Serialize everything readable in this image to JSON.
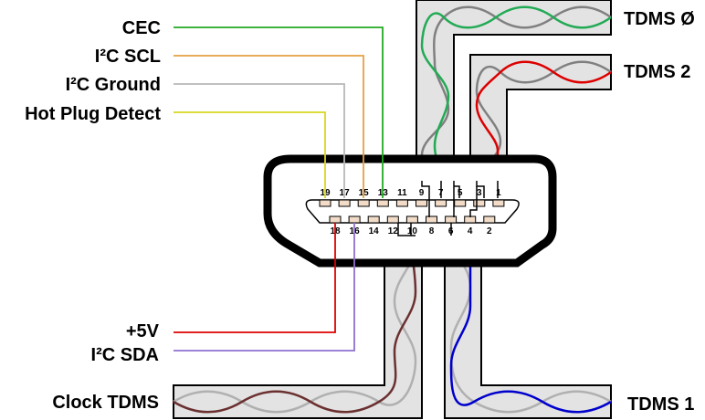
{
  "labels": {
    "cec": "CEC",
    "i2c_scl": "I²C  SCL",
    "i2c_ground": "I²C  Ground",
    "hot_plug_detect": "Hot Plug Detect",
    "plus5v": "+5V",
    "i2c_sda": "I²C  SDA",
    "clock_tdms": "Clock TDMS",
    "tdms0": "TDMS Ø",
    "tdms2": "TDMS 2",
    "tdms1": "TDMS 1"
  },
  "pins_top": [
    "19",
    "17",
    "15",
    "13",
    "11",
    "9",
    "7",
    "5",
    "3",
    "1"
  ],
  "pins_bottom": [
    "18",
    "16",
    "14",
    "12",
    "10",
    "8",
    "6",
    "4",
    "2"
  ],
  "colors": {
    "cec": "#22aa22",
    "i2c_scl": "#e8a040",
    "i2c_ground": "#b8b8b8",
    "hot_plug": "#d8d820",
    "plus5v": "#dd0000",
    "i2c_sda": "#9070d0",
    "tdms0": "#22aa55",
    "tdms2": "#dd0000",
    "tdms1": "#0000cc",
    "clock": "#6b3030",
    "shield": "#808080",
    "pin_fill": "#f2dcc8",
    "cable_fill": "#e3e3e3"
  }
}
